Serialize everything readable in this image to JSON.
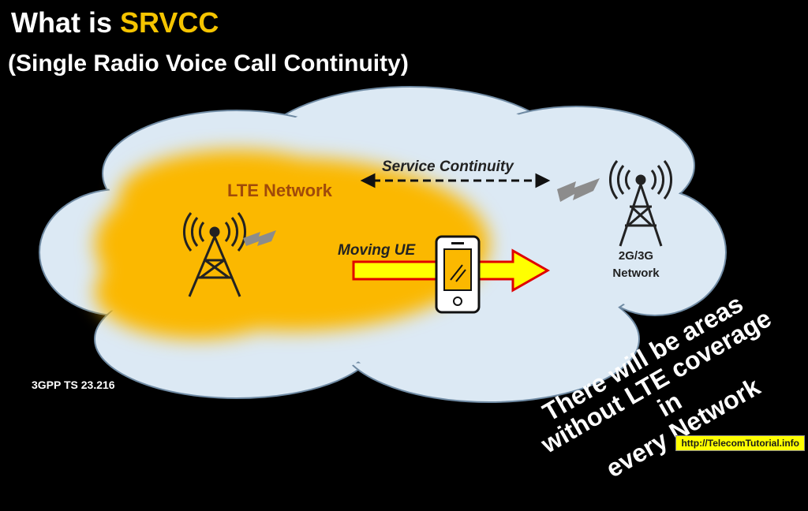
{
  "header": {
    "title_prefix": "What is ",
    "title_highlight": "SRVCC",
    "subtitle": "(Single Radio Voice Call Continuity)"
  },
  "diagram": {
    "lte_network_label": "LTE Network",
    "service_continuity_label": "Service Continuity",
    "moving_ue_label": "Moving UE",
    "legacy_network_label_line1": "2G/3G",
    "legacy_network_label_line2": "Network",
    "spec_reference": "3GPP TS 23.216"
  },
  "callout": {
    "line1": "There will be areas",
    "line2": "without LTE coverage in",
    "line3": "every Network"
  },
  "footer": {
    "url": "http://TelecomTutorial.info"
  },
  "colors": {
    "background": "#000000",
    "title_highlight": "#f5c400",
    "lte_area": "#fbb800",
    "cloud": "#dce9f4",
    "arrow_fill": "#ffff00",
    "arrow_border": "#e00000"
  },
  "icons": [
    "lte-tower-icon",
    "legacy-tower-icon",
    "signal-bolt-icon",
    "smartphone-icon"
  ]
}
